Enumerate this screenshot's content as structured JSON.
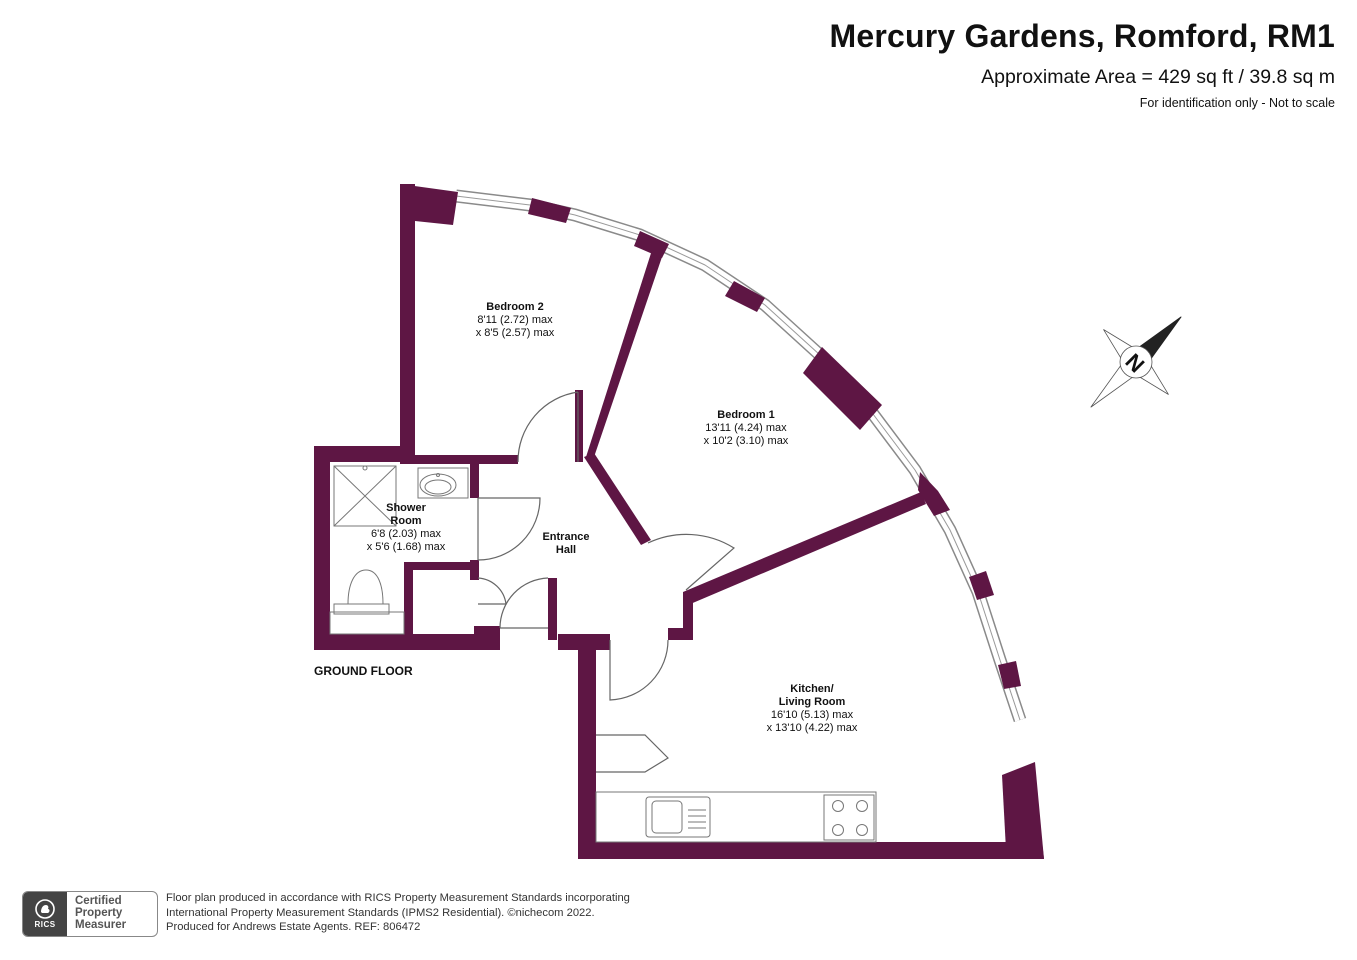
{
  "header": {
    "title": "Mercury Gardens, Romford, RM1",
    "area": "Approximate Area = 429 sq ft / 39.8 sq m",
    "note": "For identification only - Not to scale"
  },
  "rooms": {
    "bedroom2": {
      "name": "Bedroom 2",
      "dim1": "8'11 (2.72) max",
      "dim2": "x 8'5 (2.57) max"
    },
    "bedroom1": {
      "name": "Bedroom 1",
      "dim1": "13'11 (4.24) max",
      "dim2": "x 10'2 (3.10) max"
    },
    "shower": {
      "name1": "Shower",
      "name2": "Room",
      "dim1": "6'8 (2.03) max",
      "dim2": "x 5'6 (1.68) max"
    },
    "hall": {
      "name1": "Entrance",
      "name2": "Hall"
    },
    "kitchen": {
      "name1": "Kitchen/",
      "name2": "Living Room",
      "dim1": "16'10 (5.13) max",
      "dim2": "x 13'10 (4.22) max"
    }
  },
  "floor_label": "GROUND FLOOR",
  "compass": {
    "letter": "N"
  },
  "badge": {
    "line1": "Certified",
    "line2": "Property",
    "line3": "Measurer",
    "logo_text": "RICS"
  },
  "footer": {
    "line1": "Floor plan produced in accordance with RICS Property Measurement Standards incorporating",
    "line2": "International Property Measurement Standards (IPMS2 Residential).   ©nichecom 2022.",
    "line3": "Produced for Andrews Estate Agents.   REF:   806472"
  },
  "colors": {
    "wall": "#5e1644",
    "fixture": "#777777"
  }
}
